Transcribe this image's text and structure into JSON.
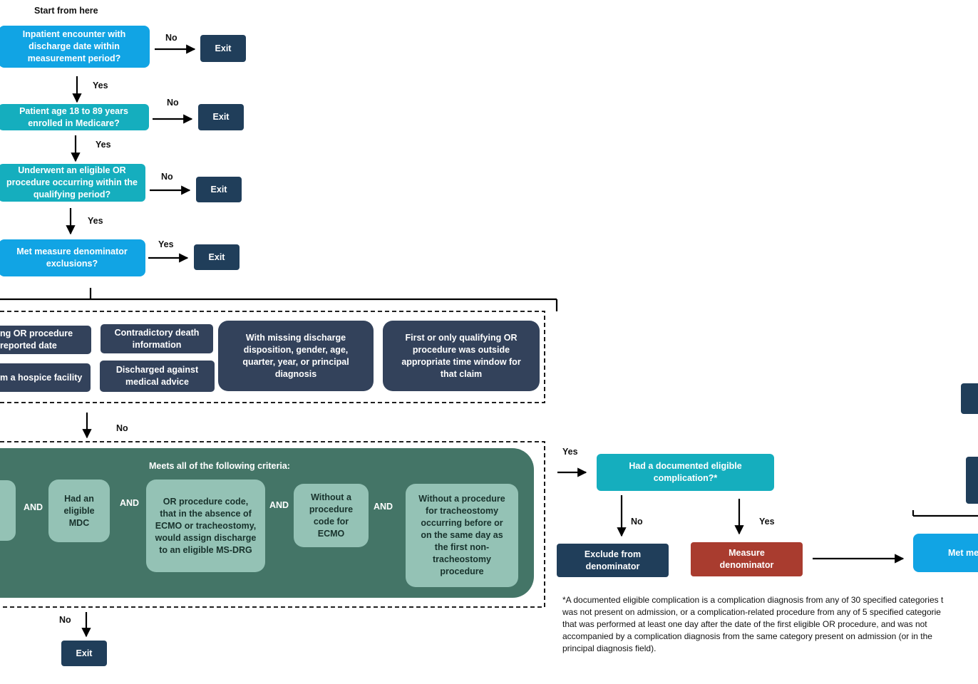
{
  "start_label": "Start from here",
  "labels": {
    "yes": "Yes",
    "no": "No",
    "and": "AND"
  },
  "steps": {
    "q1": "Inpatient encounter with discharge date within measurement period?",
    "q2": "Patient age 18 to 89 years enrolled in Medicare?",
    "q3": "Underwent an eligible OR procedure occurring within the qualifying period?",
    "q4": "Met measure denominator exclusions?",
    "exit": "Exit"
  },
  "exclusions": {
    "ex1": "ng OR procedure\nreported date",
    "ex2": "m a hospice facility",
    "ex3": "Contradictory death information",
    "ex4": "Discharged against medical advice",
    "ex5": "With missing discharge disposition, gender, age, quarter, year, or principal diagnosis",
    "ex6": "First or only qualifying OR procedure was outside appropriate time window for that claim"
  },
  "criteria": {
    "title": "Meets all of the following criteria:",
    "c2": "Had an eligible MDC",
    "c3": "OR procedure code, that in the absence of ECMO or tracheostomy, would assign discharge to an eligible MS-DRG",
    "c4": "Without a procedure code for ECMO",
    "c5": "Without a procedure for tracheostomy occurring before or on the same day as the first non-tracheostomy procedure"
  },
  "outcomes": {
    "complication_q": "Had a documented eligible complication?*",
    "exclude": "Exclude from denominator",
    "measure_denominator": "Measure denominator",
    "met_partial": "Met me"
  },
  "footnote": [
    "*A documented eligible complication is a complication diagnosis from any of 30 specified categories t",
    "was not present on admission, or a complication-related procedure from any of 5 specified categorie",
    "that was performed at least one day after the date of the first eligible OR procedure, and was not",
    "accompanied by a complication diagnosis from the same category present on admission (or in the",
    "principal diagnosis field)."
  ],
  "colors": {
    "blue": "#11a4e4",
    "teal": "#15aebe",
    "navy": "#203e5a",
    "slate": "#33425b",
    "panel_green": "#447567",
    "criteria_box": "#94c2b5",
    "red": "#a93c2f"
  }
}
